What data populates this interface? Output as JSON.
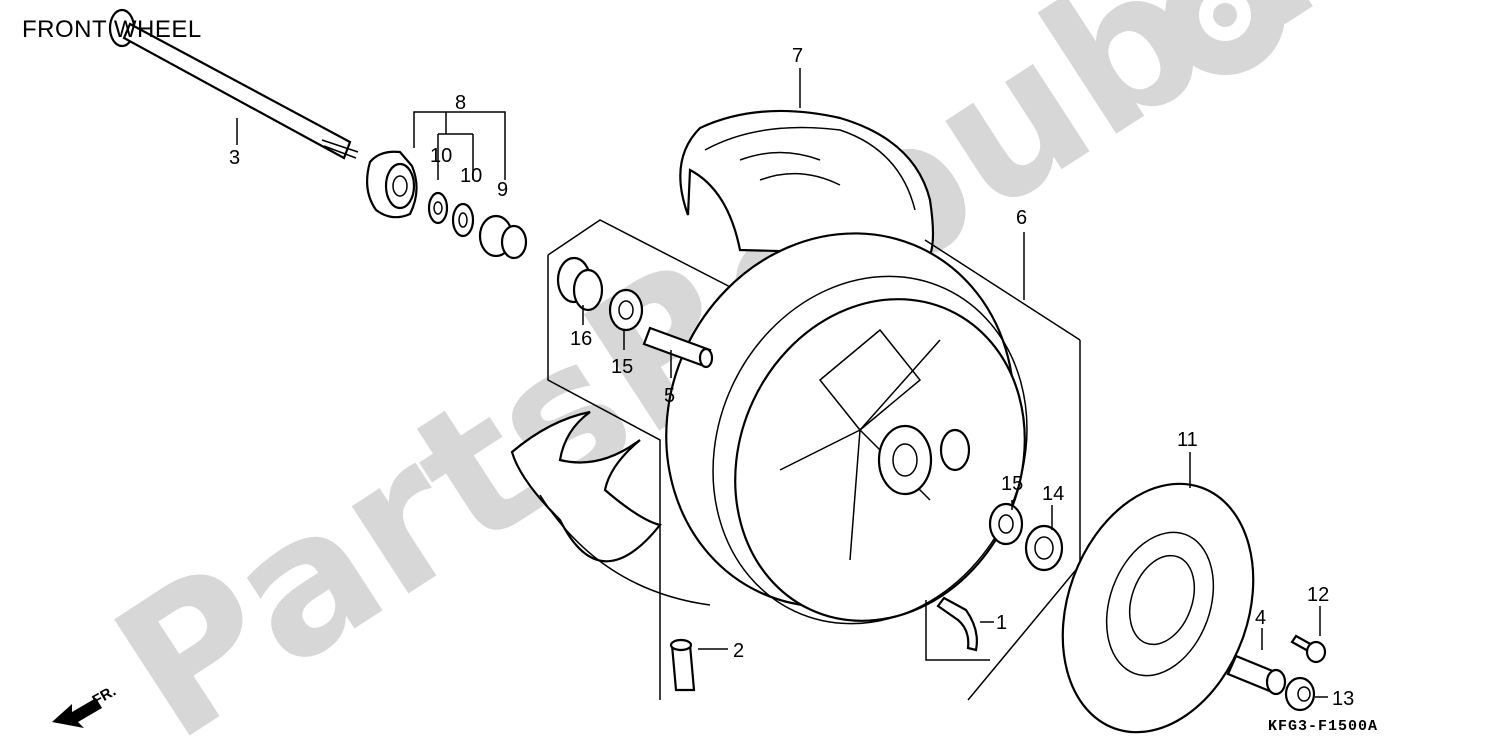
{
  "header": {
    "title": "FRONT WHEEL"
  },
  "footer": {
    "code": "KFG3-F1500A"
  },
  "direction": {
    "label": "FR."
  },
  "watermark": {
    "text": "PartsRepublik"
  },
  "callouts": {
    "c1": "1",
    "c2": "2",
    "c3": "3",
    "c4": "4",
    "c5": "5",
    "c6": "6",
    "c7": "7",
    "c8": "8",
    "c9": "9",
    "c10a": "10",
    "c10b": "10",
    "c11": "11",
    "c12": "12",
    "c13": "13",
    "c14": "14",
    "c15a": "15",
    "c15b": "15",
    "c16": "16"
  }
}
